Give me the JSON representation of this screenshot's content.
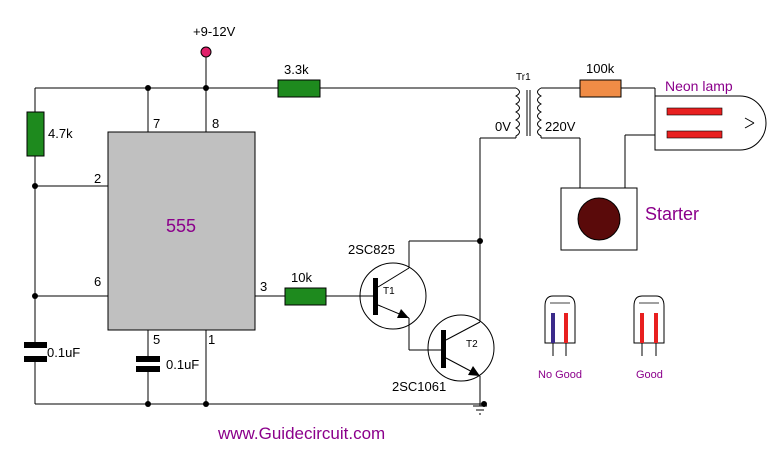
{
  "supply": "+9-12V",
  "ic": {
    "name": "555",
    "pins": {
      "p7": "7",
      "p8": "8",
      "p2": "2",
      "p6": "6",
      "p3": "3",
      "p5": "5",
      "p1": "1"
    }
  },
  "resistors": {
    "r1": "3.3k",
    "r2": "4.7k",
    "r3": "10k",
    "r4": "100k"
  },
  "capacitors": {
    "c1": "0.1uF",
    "c2": "0.1uF"
  },
  "transistors": {
    "t1_label": "T1",
    "t1_part": "2SC825",
    "t2_label": "T2",
    "t2_part": "2SC1061"
  },
  "transformer": {
    "name": "Tr1",
    "primary": "0V",
    "secondary": "220V"
  },
  "lamp": "Neon lamp",
  "starter": "Starter",
  "tests": {
    "bad": "No Good",
    "good": "Good"
  },
  "website": "www.Guidecircuit.com",
  "colors": {
    "ic_fill": "#c0c0c0",
    "resistor_green": "#1e8a1e",
    "resistor_orange": "#f08c46",
    "magenta_text": "#8b008b",
    "electrode_red": "#e82020",
    "starter_disc": "#5a0a0a",
    "supply_dot": "#e0206a"
  }
}
